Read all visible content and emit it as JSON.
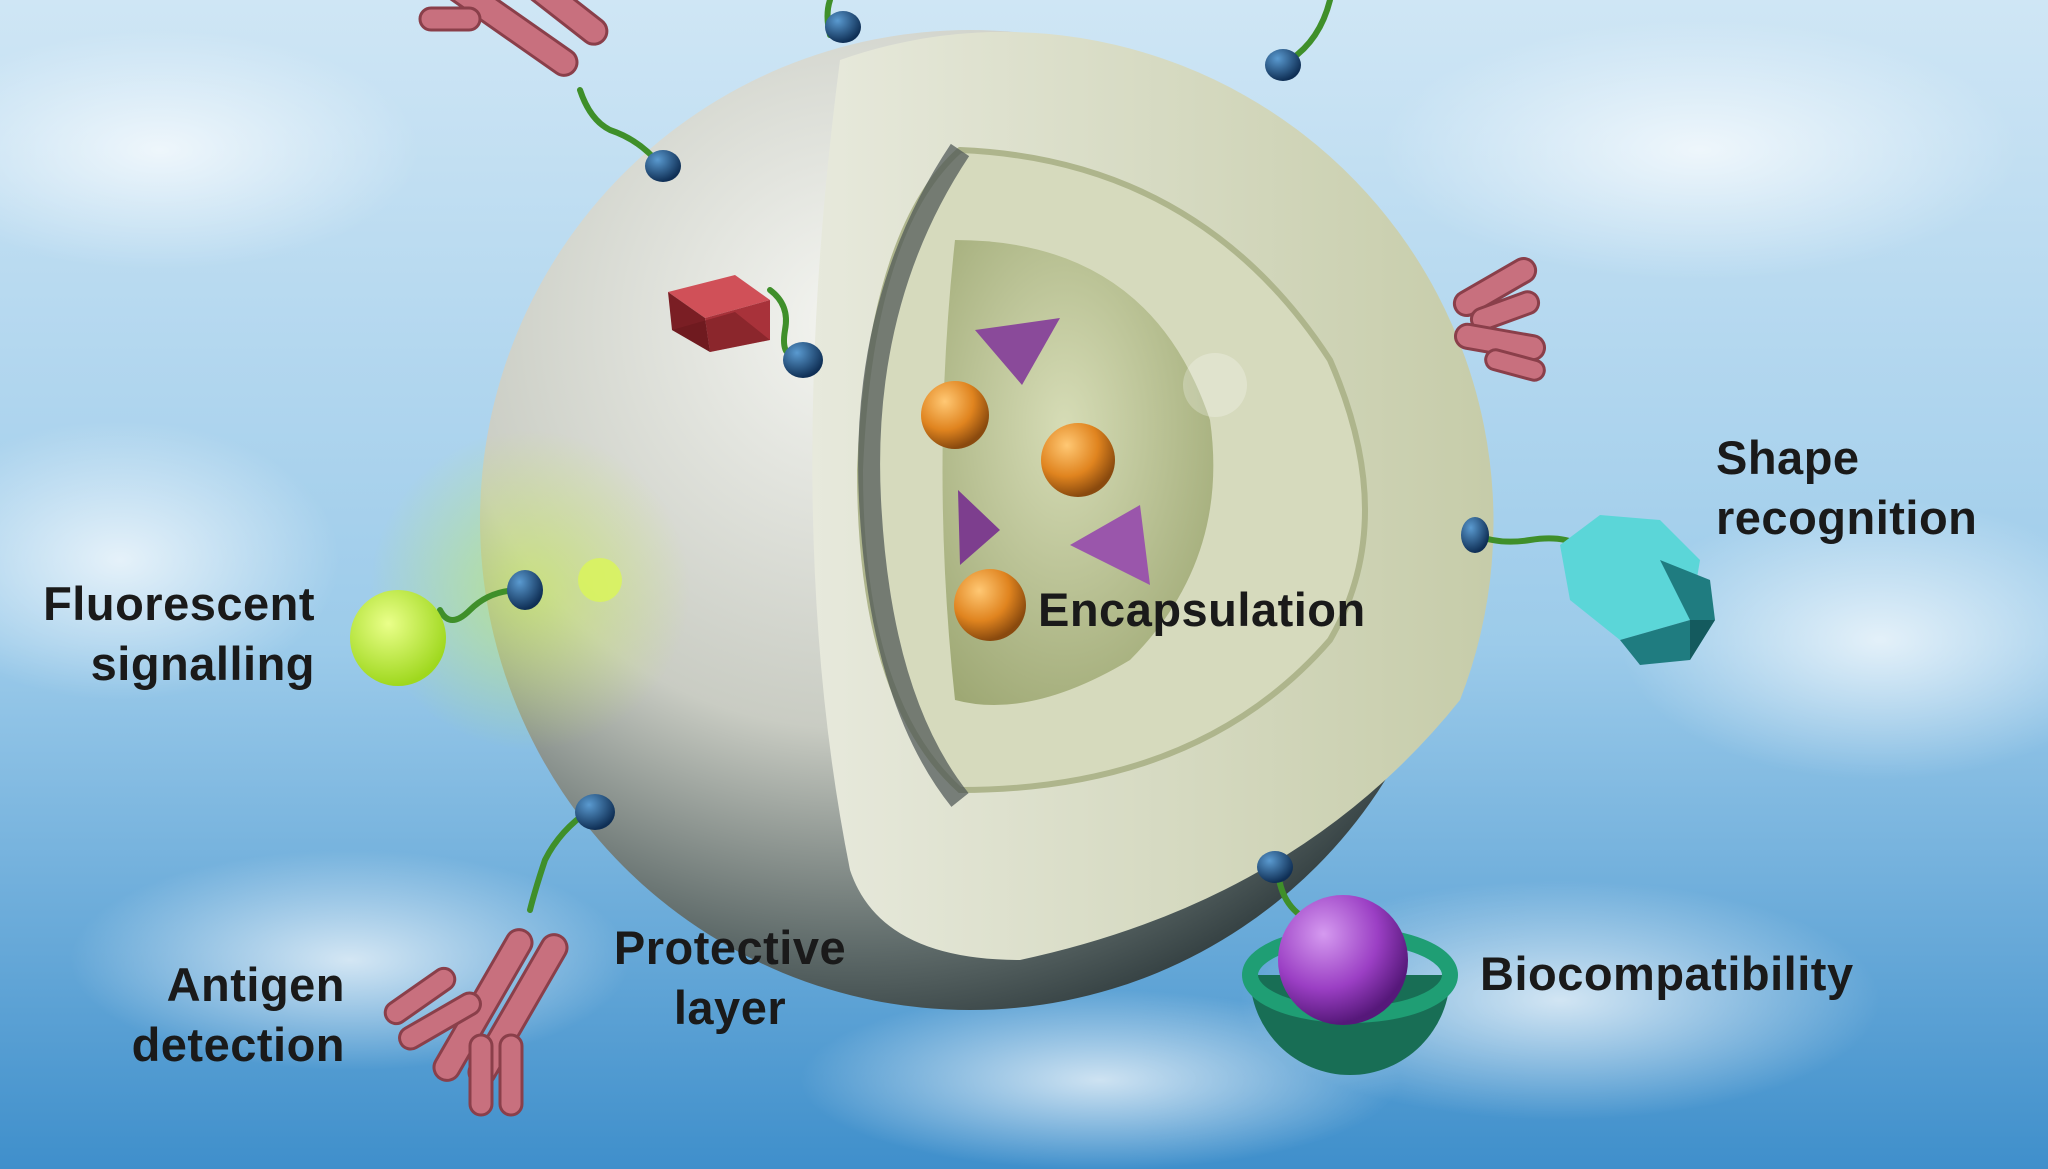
{
  "labels": {
    "fluorescent": [
      "Fluorescent",
      "signalling"
    ],
    "antigen": [
      "Antigen",
      "detection"
    ],
    "protective": [
      "Protective",
      "layer"
    ],
    "encapsulation": "Encapsulation",
    "shape": [
      "Shape",
      "recognition"
    ],
    "biocompatibility": "Biocompatibility"
  },
  "colors": {
    "sky_light": "#d9ecf7",
    "sky_mid": "#8fc4e6",
    "sky_deep": "#3d8cc8",
    "shell_outer": "#d8dcd0",
    "shell_inner": "#c9cfb2",
    "core": "#b9c296",
    "linker": "#3f8f2a",
    "anchor": "#1e4f80",
    "antibody": "#c8707e",
    "cube": "#a8323a",
    "prism": "#8a4a9a",
    "orb": "#e08a2a",
    "fluor": "#c6f03a",
    "hexprism": "#5bd6d8",
    "cup": "#1f9e74",
    "ball": "#9b3fc4"
  }
}
